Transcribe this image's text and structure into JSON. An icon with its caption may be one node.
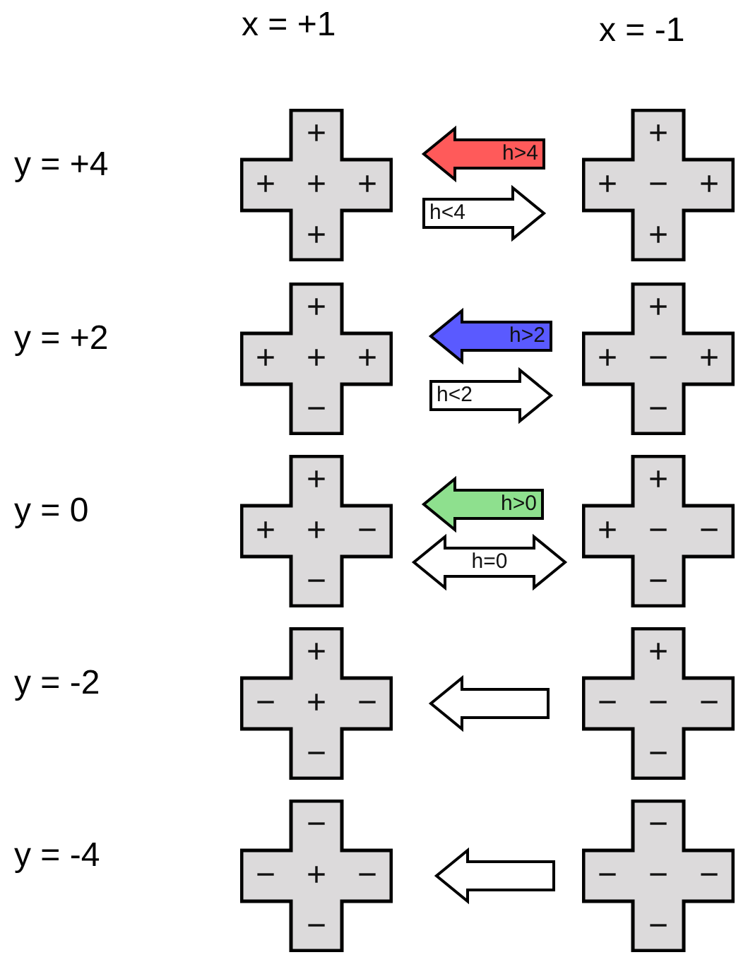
{
  "diagram": {
    "nodes": [
      {
        "text": [
          "+",
          "+",
          "+",
          "+",
          "+"
        ]
      },
      {
        "text": [
          "+",
          "+",
          "−",
          "+",
          "+"
        ]
      },
      {
        "text": [
          "+",
          "+",
          "+",
          "+",
          "−"
        ]
      },
      {
        "text": [
          "+",
          "+",
          "−",
          "+",
          "−"
        ]
      },
      {
        "text": [
          "+",
          "+",
          "+",
          "−",
          "−"
        ]
      },
      {
        "text": [
          "+",
          "+",
          "−",
          "−",
          "−"
        ]
      },
      {
        "text": [
          "+",
          "−",
          "+",
          "−",
          "−"
        ]
      },
      {
        "text": [
          "+",
          "−",
          "−",
          "−",
          "−"
        ]
      },
      {
        "text": [
          "−",
          "−",
          "+",
          "−",
          "−"
        ]
      },
      {
        "text": [
          "−",
          "−",
          "−",
          "−",
          "−"
        ]
      }
    ],
    "edges": [
      {
        "from": 1,
        "to": 0,
        "arrow": "to",
        "label": "h>4",
        "color": "#ff5a5a"
      },
      {
        "from": 0,
        "to": 1,
        "arrow": "to",
        "label": "h<4"
      },
      {
        "from": 3,
        "to": 2,
        "arrow": "to",
        "label": "h>2",
        "color": "#5a5aff"
      },
      {
        "from": 2,
        "to": 3,
        "arrow": "to",
        "label": "h<2"
      },
      {
        "from": 5,
        "to": 4,
        "arrow": "to",
        "label": "h>0",
        "color": "#8ee08e"
      },
      {
        "from": 4,
        "to": 5,
        "arrow": "both",
        "label": "h=0"
      },
      {
        "from": 7,
        "to": 6,
        "arrow": "to"
      },
      {
        "from": 9,
        "to": 8,
        "arrow": "to"
      }
    ],
    "labels": [
      "x = +1",
      "x = -1",
      "y = +4",
      "y = +2",
      "y = 0",
      "y = -2",
      "y = -4"
    ]
  }
}
